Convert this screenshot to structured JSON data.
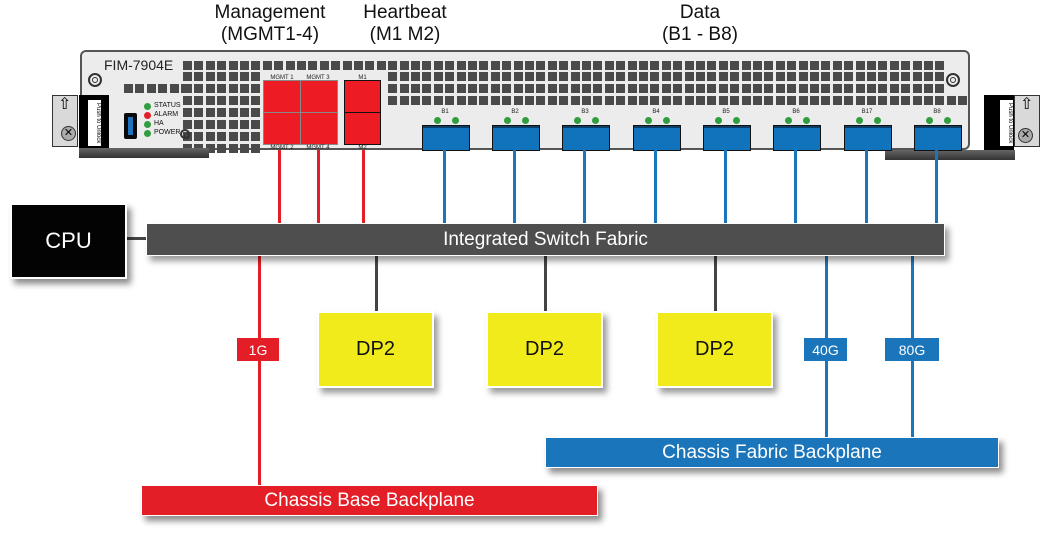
{
  "headers": [
    {
      "line1": "Management",
      "line2": "(MGMT1-4)"
    },
    {
      "line1": "Heartbeat",
      "line2": "(M1 M2)"
    },
    {
      "line1": "Data",
      "line2": "(B1 - B8)"
    }
  ],
  "module": {
    "model": "FIM-7904E",
    "latch_label": "Push to Unlock",
    "leds": [
      {
        "label": "STATUS",
        "color": "#2e9e3e"
      },
      {
        "label": "ALARM",
        "color": "#e41e26"
      },
      {
        "label": "HA",
        "color": "#2e9e3e"
      },
      {
        "label": "POWER",
        "color": "#2e9e3e"
      }
    ],
    "mgmt_ports": {
      "top": [
        "MGMT 1",
        "MGMT 3"
      ],
      "bottom": [
        "MGMT 2",
        "MGMT 4"
      ]
    },
    "hb_ports": {
      "top": "M1",
      "bottom": "M2"
    },
    "data_ports": [
      "B1",
      "B2",
      "B3",
      "B4",
      "B5",
      "B6",
      "B17",
      "B8"
    ]
  },
  "diagram": {
    "cpu": "CPU",
    "switch_fabric": "Integrated Switch Fabric",
    "dp_boxes": [
      "DP2",
      "DP2",
      "DP2"
    ],
    "speed_tags": {
      "base": "1G",
      "fabric1": "40G",
      "fabric2": "80G"
    },
    "base_backplane": "Chassis Base Backplane",
    "fabric_backplane": "Chassis Fabric Backplane"
  },
  "colors": {
    "management": "#e41e26",
    "data": "#1b75bb",
    "dp": "#f2eb1b",
    "fabric": "#4d4e4d",
    "cpu": "#030303"
  }
}
